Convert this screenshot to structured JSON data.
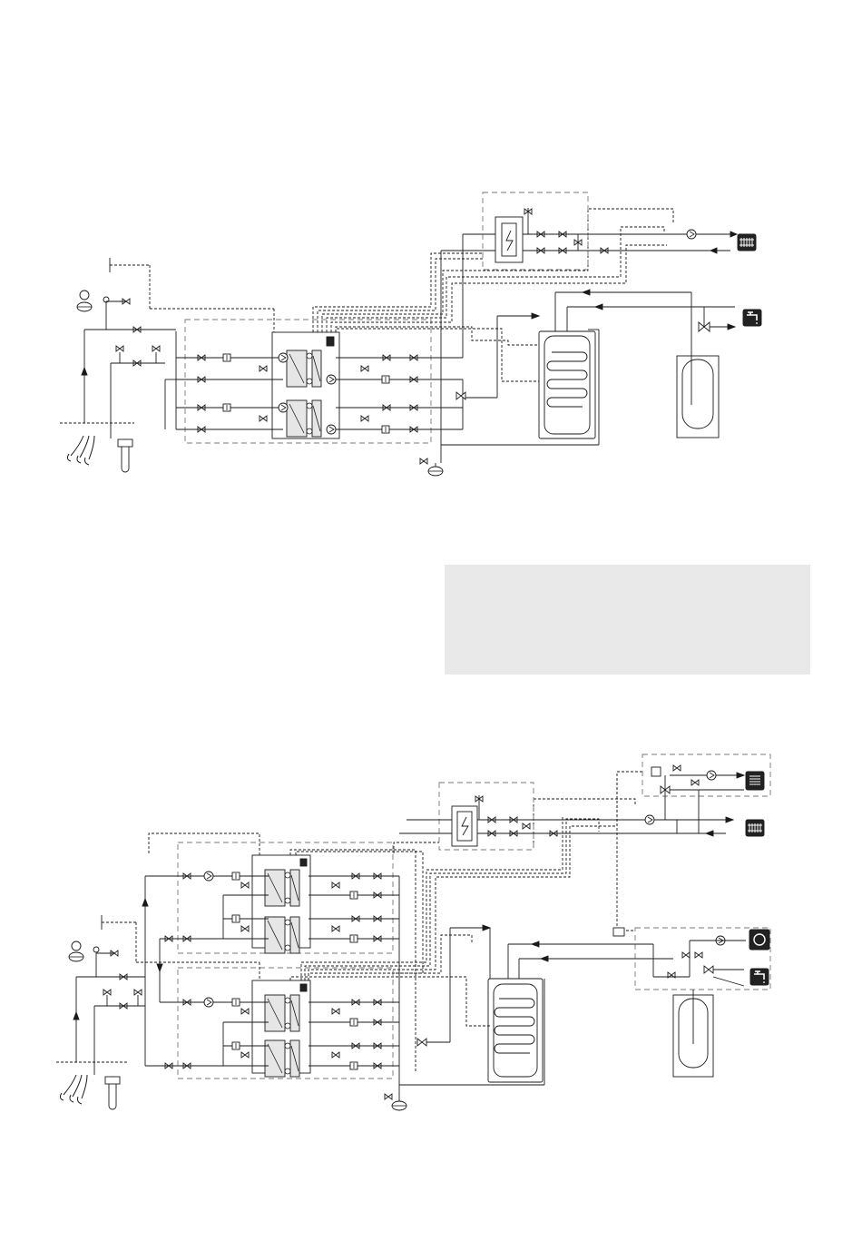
{
  "note": {
    "icon": "pointing-hand-icon",
    "text": ""
  },
  "diagrams": [
    {
      "id": "diagram-1",
      "components": [
        "ground-collector-icon",
        "groundwater-well-icon",
        "expansion-vessel-icon",
        "heat-pump-module-a",
        "heat-pump-module-b",
        "electric-heater-icon",
        "radiator-icon",
        "hot-water-tap-icon",
        "water-heater-tank",
        "storage-cylinder",
        "circulation-pump-icon",
        "outdoor-sensor-icon"
      ]
    },
    {
      "id": "diagram-2",
      "components": [
        "ground-collector-icon",
        "groundwater-well-icon",
        "expansion-vessel-icon",
        "heat-pump-unit-1",
        "heat-pump-unit-2",
        "electric-heater-icon",
        "radiator-icon",
        "floor-heating-icon",
        "pool-icon",
        "hot-water-tap-icon",
        "water-heater-tank",
        "storage-cylinder"
      ]
    }
  ],
  "colors": {
    "line": "#1a1a1a",
    "dash": "#777777",
    "note_bg": "#e9e9e9",
    "icon_fill": "#222222"
  }
}
